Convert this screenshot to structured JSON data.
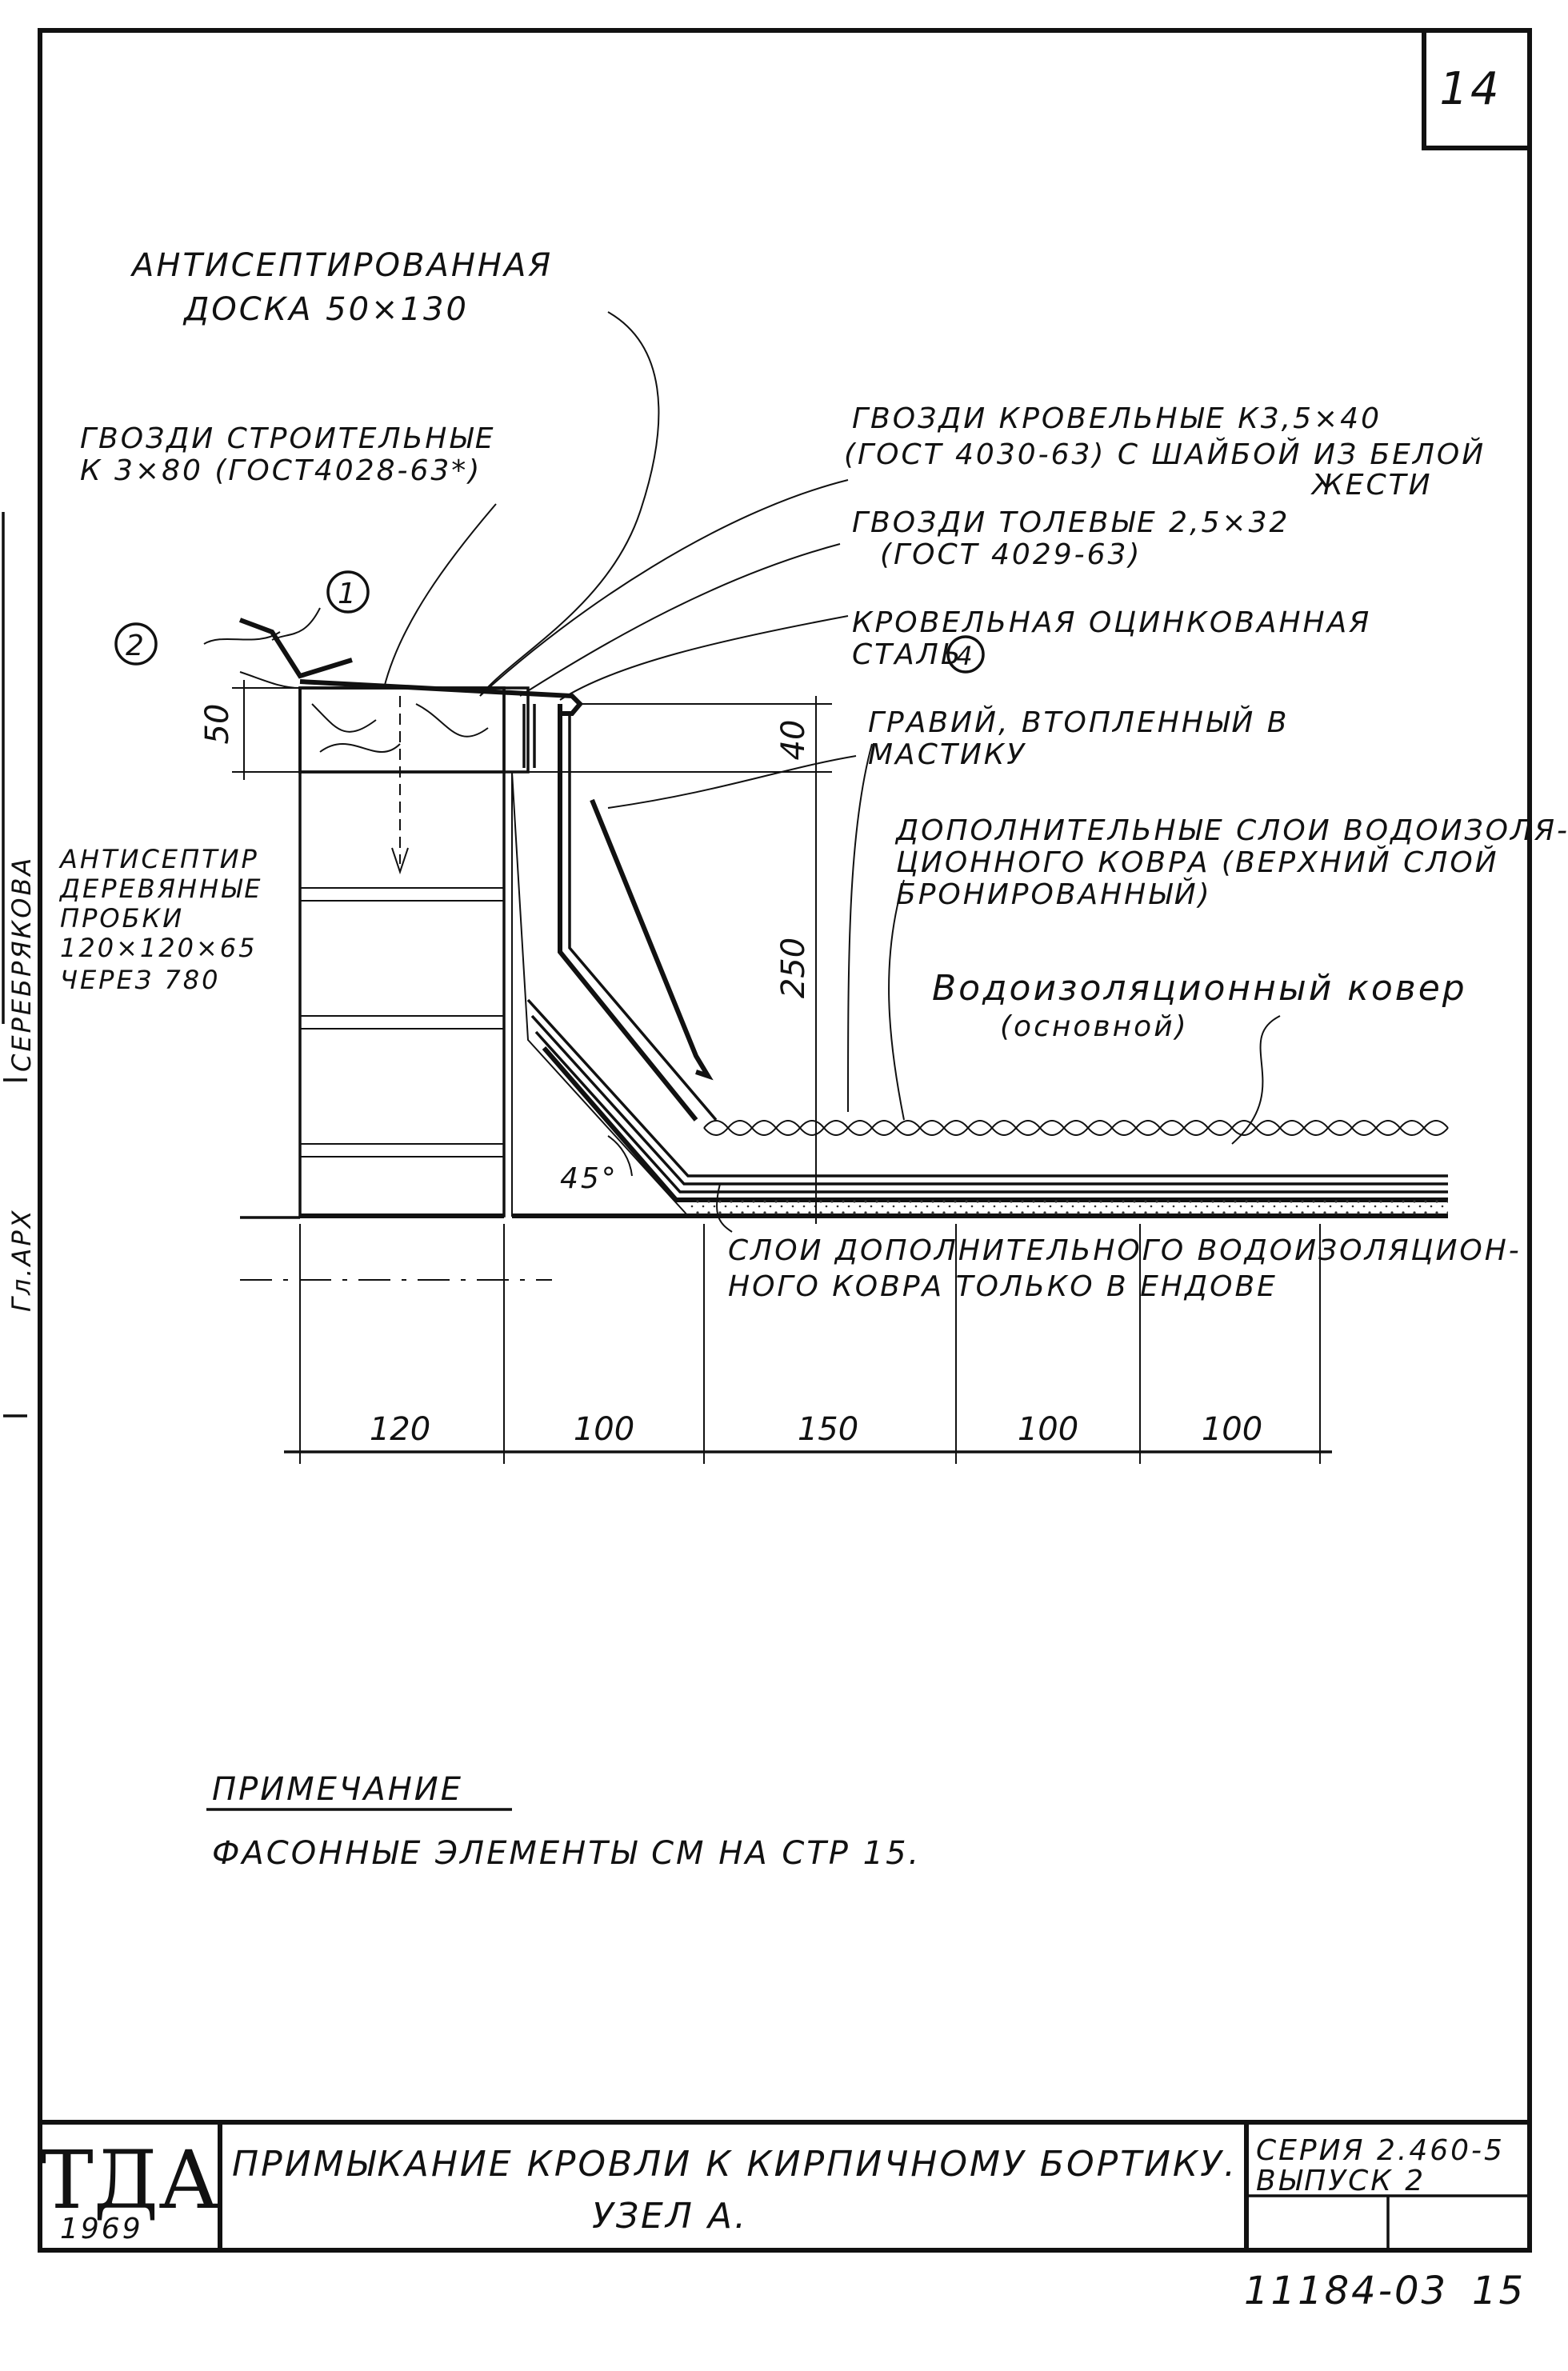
{
  "sheet": {
    "page_number": "14",
    "doc_number": "11184-03",
    "sheet_number": "15",
    "side_stamp_1": "СЕРЕБРЯКОВА",
    "side_stamp_2": "Гл.АРХ"
  },
  "labels": {
    "board_line1": "АНТИСЕПТИРОВАННАЯ",
    "board_line2": "ДОСКА 50×130",
    "nails_build_line1": "ГВОЗДИ СТРОИТЕЛЬНЫЕ",
    "nails_build_line2": "К 3×80 (ГОСТ4028-63*)",
    "nails_roof_line1": "ГВОЗДИ КРОВЕЛЬНЫЕ К3,5×40",
    "nails_roof_line2": "(ГОСТ 4030-63) С ШАЙБОЙ ИЗ БЕЛОЙ",
    "nails_roof_line3": "ЖЕСТИ",
    "nails_tar_line1": "ГВОЗДИ ТОЛЕВЫЕ 2,5×32",
    "nails_tar_line2": "(ГОСТ 4029-63)",
    "steel_line1": "КРОВЕЛЬНАЯ ОЦИНКОВАННАЯ",
    "steel_line2": "СТАЛЬ",
    "steel_marker": "4",
    "gravel_line1": "ГРАВИЙ, ВТОПЛЕННЫЙ В",
    "gravel_line2": "МАСТИКУ",
    "extra_layers_line1": "ДОПОЛНИТЕЛЬНЫЕ СЛОИ ВОДОИЗОЛЯ-",
    "extra_layers_line2": "ЦИОННОГО КОВРА (ВЕРХНИЙ СЛОЙ",
    "extra_layers_line3": "БРОНИРОВАННЫЙ)",
    "carpet_line1": "Водоизоляционный ковер",
    "carpet_line2": "(основной)",
    "plugs_line1": "АНТИСЕПТИР",
    "plugs_line2": "ДЕРЕВЯННЫЕ",
    "plugs_line3": "ПРОБКИ",
    "plugs_line4": "120×120×65",
    "plugs_line5": "ЧЕРЕЗ 780",
    "valley_line1": "СЛОИ ДОПОЛНИТЕЛЬНОГО ВОДОИЗОЛЯЦИОН-",
    "valley_line2": "НОГО КОВРА ТОЛЬКО В ЕНДОВЕ",
    "marker_1": "1",
    "marker_2": "2",
    "angle": "45°"
  },
  "dimensions": {
    "d50": "50",
    "d40": "40",
    "d250": "250",
    "bottom": [
      "120",
      "100",
      "150",
      "100",
      "100"
    ]
  },
  "note": {
    "title": "ПРИМЕЧАНИЕ",
    "text": "ФАСОННЫЕ ЭЛЕМЕНТЫ СМ НА СТР 15."
  },
  "title_block": {
    "logo": "ТДА",
    "year": "1969",
    "title_line1": "ПРИМЫКАНИЕ КРОВЛИ К КИРПИЧНОМУ БОРТИКУ.",
    "title_line2": "УЗЕЛ А.",
    "series_line1": "СЕРИЯ 2.460-5",
    "series_line2": "ВЫПУСК 2"
  }
}
